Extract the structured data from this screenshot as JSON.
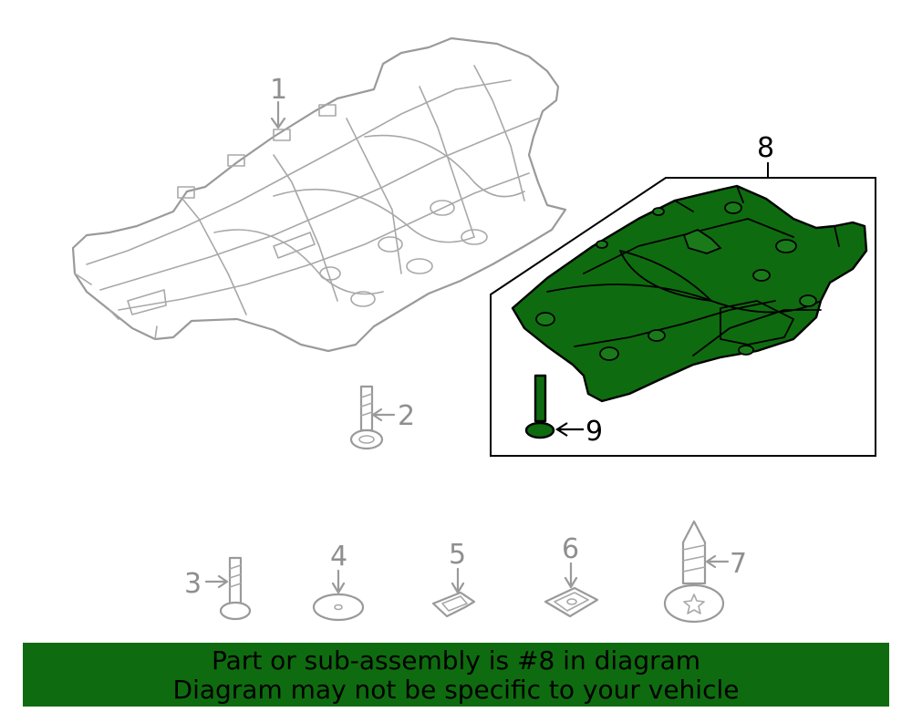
{
  "callouts": {
    "c1": "1",
    "c2": "2",
    "c3": "3",
    "c4": "4",
    "c5": "5",
    "c6": "6",
    "c7": "7",
    "c8": "8",
    "c9": "9"
  },
  "banner": {
    "line1": "Part or sub-assembly is #8 in diagram",
    "line2": "Diagram may not be specific to your vehicle"
  },
  "colors": {
    "highlight_green": "#0f6b0f",
    "gray_lines": "#9a9a9a"
  }
}
